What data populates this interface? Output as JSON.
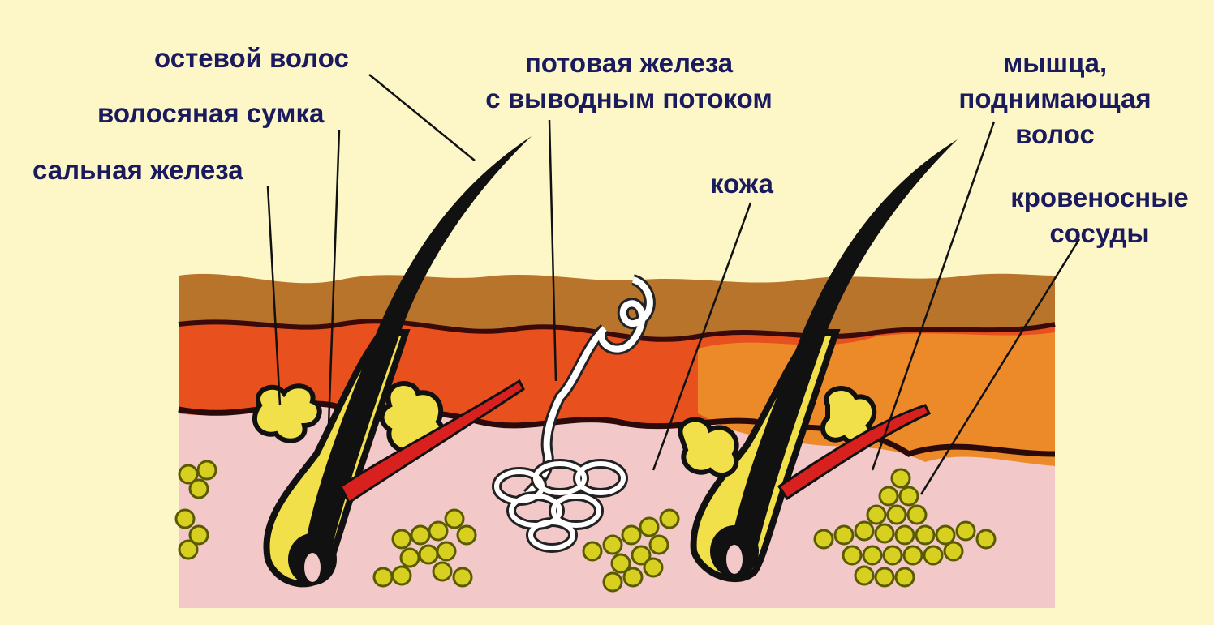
{
  "labels": {
    "guard_hair": "остевой волос",
    "hair_follicle": "волосяная сумка",
    "sebaceous_gland": "сальная железа",
    "sweat_gland_line1": "потовая железа",
    "sweat_gland_line2": "с выводным потоком",
    "skin": "кожа",
    "muscle_line1": "мышца,",
    "muscle_line2": "поднимающая",
    "muscle_line3": "волос",
    "vessels_line1": "кровеносные",
    "vessels_line2": "сосуды"
  },
  "colors": {
    "background": "#fdf7c8",
    "label_text": "#1a1a5e",
    "epidermis_top": "#b8742a",
    "epidermis_band": "#e0a040",
    "dermis_red": "#e8501e",
    "dermis_orange": "#ec8a2a",
    "hypodermis_pink": "#f2c8c8",
    "sebaceous_yellow": "#f2e04a",
    "hair_black": "#111111",
    "vessel_red": "#d8201e",
    "fat_cells": "#d8d020",
    "sweat_duct": "#ffffff"
  }
}
